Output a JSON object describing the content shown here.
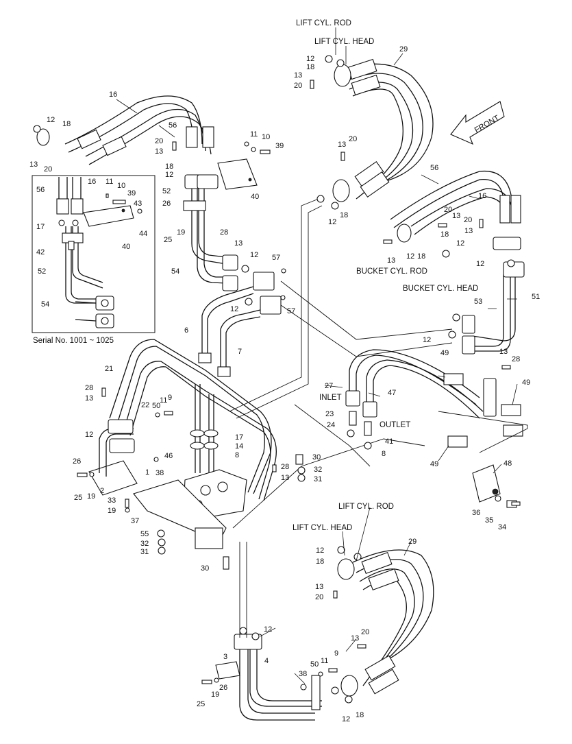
{
  "diagram": {
    "labels": {
      "lift_cyl_rod_top": "LIFT CYL. ROD",
      "lift_cyl_head_top": "LIFT CYL. HEAD",
      "front": "FRONT",
      "bucket_cyl_rod": "BUCKET CYL. ROD",
      "bucket_cyl_head": "BUCKET CYL. HEAD",
      "inlet": "INLET",
      "outlet": "OUTLET",
      "lift_cyl_rod_bottom": "LIFT CYL. ROD",
      "lift_cyl_head_bottom": "LIFT CYL. HEAD",
      "serial": "Serial No. 1001 ~ 1025"
    },
    "callouts": [
      {
        "id": "c1",
        "text": "12"
      },
      {
        "id": "c2",
        "text": "18"
      },
      {
        "id": "c3",
        "text": "13"
      },
      {
        "id": "c4",
        "text": "20"
      },
      {
        "id": "c5",
        "text": "29"
      },
      {
        "id": "c6",
        "text": "16"
      },
      {
        "id": "c7",
        "text": "56"
      },
      {
        "id": "c8",
        "text": "12"
      },
      {
        "id": "c9",
        "text": "18"
      },
      {
        "id": "c10",
        "text": "13"
      },
      {
        "id": "c11",
        "text": "20"
      },
      {
        "id": "c12",
        "text": "20"
      },
      {
        "id": "c13",
        "text": "13"
      },
      {
        "id": "c14",
        "text": "18"
      },
      {
        "id": "c15",
        "text": "12"
      },
      {
        "id": "c16",
        "text": "11"
      },
      {
        "id": "c17",
        "text": "10"
      },
      {
        "id": "c18",
        "text": "39"
      },
      {
        "id": "c19",
        "text": "40"
      },
      {
        "id": "c20",
        "text": "52"
      },
      {
        "id": "c21",
        "text": "26"
      },
      {
        "id": "c22",
        "text": "25"
      },
      {
        "id": "c23",
        "text": "19"
      },
      {
        "id": "c24",
        "text": "28"
      },
      {
        "id": "c25",
        "text": "13"
      },
      {
        "id": "c26",
        "text": "54"
      },
      {
        "id": "c27",
        "text": "12"
      },
      {
        "id": "c28",
        "text": "57"
      },
      {
        "id": "c29",
        "text": "12"
      },
      {
        "id": "c30",
        "text": "57"
      },
      {
        "id": "c31",
        "text": "6"
      },
      {
        "id": "c32",
        "text": "7"
      },
      {
        "id": "c33",
        "text": "13"
      },
      {
        "id": "c34",
        "text": "20"
      },
      {
        "id": "c35",
        "text": "12"
      },
      {
        "id": "c36",
        "text": "18"
      },
      {
        "id": "c37",
        "text": "56"
      },
      {
        "id": "c38",
        "text": "16"
      },
      {
        "id": "c39",
        "text": "20"
      },
      {
        "id": "c40",
        "text": "13"
      },
      {
        "id": "c41",
        "text": "20"
      },
      {
        "id": "c42",
        "text": "13"
      },
      {
        "id": "c43",
        "text": "18"
      },
      {
        "id": "c44",
        "text": "12"
      },
      {
        "id": "c45",
        "text": "13"
      },
      {
        "id": "c46",
        "text": "12"
      },
      {
        "id": "c47",
        "text": "18"
      },
      {
        "id": "c48",
        "text": "12"
      },
      {
        "id": "c49",
        "text": "53"
      },
      {
        "id": "c50",
        "text": "51"
      },
      {
        "id": "c51",
        "text": "12"
      },
      {
        "id": "c52",
        "text": "13"
      },
      {
        "id": "c53",
        "text": "28"
      },
      {
        "id": "c54",
        "text": "49"
      },
      {
        "id": "c55",
        "text": "49"
      },
      {
        "id": "c56",
        "text": "27"
      },
      {
        "id": "c57",
        "text": "47"
      },
      {
        "id": "c58",
        "text": "23"
      },
      {
        "id": "c59",
        "text": "24"
      },
      {
        "id": "c60",
        "text": "41"
      },
      {
        "id": "c61",
        "text": "8"
      },
      {
        "id": "c62",
        "text": "49"
      },
      {
        "id": "c63",
        "text": "48"
      },
      {
        "id": "c64",
        "text": "36"
      },
      {
        "id": "c65",
        "text": "35"
      },
      {
        "id": "c66",
        "text": "34"
      },
      {
        "id": "c67",
        "text": "21"
      },
      {
        "id": "c68",
        "text": "22"
      },
      {
        "id": "c69",
        "text": "28"
      },
      {
        "id": "c70",
        "text": "13"
      },
      {
        "id": "c71",
        "text": "50"
      },
      {
        "id": "c72",
        "text": "11"
      },
      {
        "id": "c73",
        "text": "9"
      },
      {
        "id": "c74",
        "text": "12"
      },
      {
        "id": "c75",
        "text": "26"
      },
      {
        "id": "c76",
        "text": "25"
      },
      {
        "id": "c77",
        "text": "19"
      },
      {
        "id": "c78",
        "text": "2"
      },
      {
        "id": "c79",
        "text": "1"
      },
      {
        "id": "c80",
        "text": "38"
      },
      {
        "id": "c81",
        "text": "17"
      },
      {
        "id": "c82",
        "text": "14"
      },
      {
        "id": "c83",
        "text": "8"
      },
      {
        "id": "c84",
        "text": "46"
      },
      {
        "id": "c85",
        "text": "30"
      },
      {
        "id": "c86",
        "text": "28"
      },
      {
        "id": "c87",
        "text": "32"
      },
      {
        "id": "c88",
        "text": "13"
      },
      {
        "id": "c89",
        "text": "31"
      },
      {
        "id": "c90",
        "text": "33"
      },
      {
        "id": "c91",
        "text": "19"
      },
      {
        "id": "c92",
        "text": "37"
      },
      {
        "id": "c93",
        "text": "55"
      },
      {
        "id": "c94",
        "text": "32"
      },
      {
        "id": "c95",
        "text": "31"
      },
      {
        "id": "c96",
        "text": "30"
      },
      {
        "id": "c97",
        "text": "12"
      },
      {
        "id": "c98",
        "text": "18"
      },
      {
        "id": "c99",
        "text": "13"
      },
      {
        "id": "c100",
        "text": "20"
      },
      {
        "id": "c101",
        "text": "29"
      },
      {
        "id": "c102",
        "text": "12"
      },
      {
        "id": "c103",
        "text": "3"
      },
      {
        "id": "c104",
        "text": "4"
      },
      {
        "id": "c105",
        "text": "13"
      },
      {
        "id": "c106",
        "text": "20"
      },
      {
        "id": "c107",
        "text": "9"
      },
      {
        "id": "c108",
        "text": "11"
      },
      {
        "id": "c109",
        "text": "50"
      },
      {
        "id": "c110",
        "text": "38"
      },
      {
        "id": "c111",
        "text": "26"
      },
      {
        "id": "c112",
        "text": "25"
      },
      {
        "id": "c113",
        "text": "19"
      },
      {
        "id": "c114",
        "text": "12"
      },
      {
        "id": "c115",
        "text": "18"
      },
      {
        "id": "i1",
        "text": "56"
      },
      {
        "id": "i2",
        "text": "16"
      },
      {
        "id": "i3",
        "text": "11"
      },
      {
        "id": "i4",
        "text": "10"
      },
      {
        "id": "i5",
        "text": "39"
      },
      {
        "id": "i6",
        "text": "43"
      },
      {
        "id": "i7",
        "text": "44"
      },
      {
        "id": "i8",
        "text": "17"
      },
      {
        "id": "i9",
        "text": "40"
      },
      {
        "id": "i10",
        "text": "42"
      },
      {
        "id": "i11",
        "text": "52"
      },
      {
        "id": "i12",
        "text": "54"
      }
    ]
  }
}
